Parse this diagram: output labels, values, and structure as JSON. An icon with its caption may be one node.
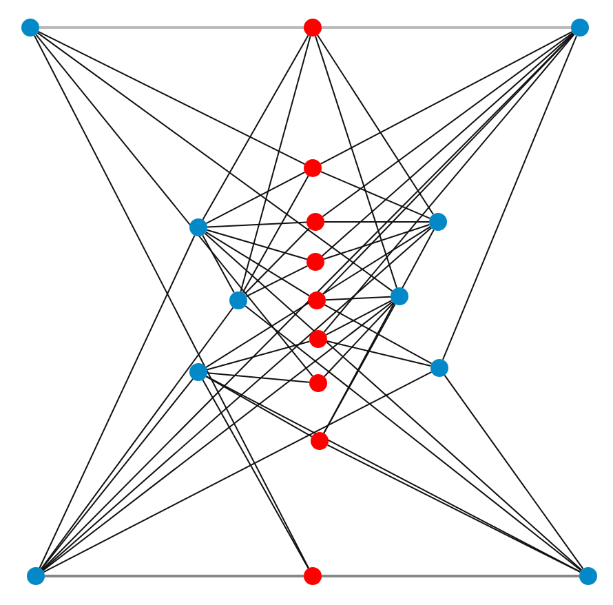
{
  "diagram": {
    "nodes": [
      {
        "text": [],
        "shape": "circle"
      },
      {
        "text": [],
        "shape": "circle"
      },
      {
        "text": [],
        "shape": "circle"
      },
      {
        "text": [],
        "shape": "circle"
      },
      {
        "text": [],
        "shape": "circle"
      },
      {
        "text": [],
        "shape": "circle"
      },
      {
        "text": [],
        "shape": "circle"
      },
      {
        "text": [],
        "shape": "circle"
      },
      {
        "text": [],
        "shape": "circle"
      },
      {
        "text": [],
        "shape": "circle"
      },
      {
        "text": [],
        "shape": "circle"
      },
      {
        "text": [],
        "shape": "circle"
      },
      {
        "text": [],
        "shape": "circle"
      },
      {
        "text": [],
        "shape": "circle"
      },
      {
        "text": [],
        "shape": "circle"
      },
      {
        "text": [],
        "shape": "circle"
      },
      {
        "text": [],
        "shape": "circle"
      },
      {
        "text": [],
        "shape": "circle"
      },
      {
        "text": [],
        "shape": "circle"
      }
    ],
    "edges": [
      {
        "from": 0,
        "to": 1,
        "arrow": "none",
        "color": "#bbbbbb"
      },
      {
        "from": 1,
        "to": 2,
        "arrow": "none",
        "color": "#bbbbbb"
      },
      {
        "from": 16,
        "to": 17,
        "arrow": "none",
        "color": "#888888"
      },
      {
        "from": 17,
        "to": 18,
        "arrow": "none",
        "color": "#888888"
      },
      {
        "from": 0,
        "to": 3,
        "arrow": "none"
      },
      {
        "from": 0,
        "to": 17,
        "arrow": "none"
      },
      {
        "from": 0,
        "to": 13,
        "arrow": "none"
      },
      {
        "from": 0,
        "to": 10,
        "arrow": "none"
      },
      {
        "from": 1,
        "to": 4,
        "arrow": "none"
      },
      {
        "from": 1,
        "to": 8,
        "arrow": "none"
      },
      {
        "from": 1,
        "to": 10,
        "arrow": "none"
      },
      {
        "from": 1,
        "to": 6,
        "arrow": "none"
      },
      {
        "from": 2,
        "to": 3,
        "arrow": "none"
      },
      {
        "from": 2,
        "to": 5,
        "arrow": "none"
      },
      {
        "from": 2,
        "to": 7,
        "arrow": "none"
      },
      {
        "from": 2,
        "to": 9,
        "arrow": "none"
      },
      {
        "from": 2,
        "to": 14,
        "arrow": "none"
      },
      {
        "from": 2,
        "to": 11,
        "arrow": "none"
      },
      {
        "from": 2,
        "to": 16,
        "arrow": "none"
      },
      {
        "from": 3,
        "to": 4,
        "arrow": "none"
      },
      {
        "from": 3,
        "to": 8,
        "arrow": "none"
      },
      {
        "from": 3,
        "to": 6,
        "arrow": "none"
      },
      {
        "from": 4,
        "to": 5,
        "arrow": "none"
      },
      {
        "from": 4,
        "to": 7,
        "arrow": "none"
      },
      {
        "from": 4,
        "to": 9,
        "arrow": "none"
      },
      {
        "from": 4,
        "to": 8,
        "arrow": "none"
      },
      {
        "from": 4,
        "to": 16,
        "arrow": "none"
      },
      {
        "from": 4,
        "to": 18,
        "arrow": "none"
      },
      {
        "from": 5,
        "to": 6,
        "arrow": "none"
      },
      {
        "from": 5,
        "to": 8,
        "arrow": "none"
      },
      {
        "from": 7,
        "to": 6,
        "arrow": "none"
      },
      {
        "from": 7,
        "to": 8,
        "arrow": "none"
      },
      {
        "from": 9,
        "to": 10,
        "arrow": "none"
      },
      {
        "from": 9,
        "to": 14,
        "arrow": "none"
      },
      {
        "from": 11,
        "to": 10,
        "arrow": "none"
      },
      {
        "from": 11,
        "to": 14,
        "arrow": "none"
      },
      {
        "from": 11,
        "to": 12,
        "arrow": "none"
      },
      {
        "from": 13,
        "to": 12,
        "arrow": "none"
      },
      {
        "from": 13,
        "to": 10,
        "arrow": "none"
      },
      {
        "from": 15,
        "to": 10,
        "arrow": "none"
      },
      {
        "from": 15,
        "to": 6,
        "arrow": "none"
      },
      {
        "from": 15,
        "to": 18,
        "arrow": "none"
      },
      {
        "from": 15,
        "to": 12,
        "arrow": "none"
      },
      {
        "from": 12,
        "to": 6,
        "arrow": "none"
      },
      {
        "from": 12,
        "to": 16,
        "arrow": "none"
      },
      {
        "from": 12,
        "to": 18,
        "arrow": "none"
      },
      {
        "from": 12,
        "to": 17,
        "arrow": "none"
      },
      {
        "from": 14,
        "to": 18,
        "arrow": "none"
      },
      {
        "from": 14,
        "to": 16,
        "arrow": "none"
      },
      {
        "from": 16,
        "to": 8,
        "arrow": "none"
      },
      {
        "from": 16,
        "to": 10,
        "arrow": "none"
      },
      {
        "from": 16,
        "to": 6,
        "arrow": "none"
      },
      {
        "from": 18,
        "to": 8,
        "arrow": "none"
      }
    ]
  }
}
